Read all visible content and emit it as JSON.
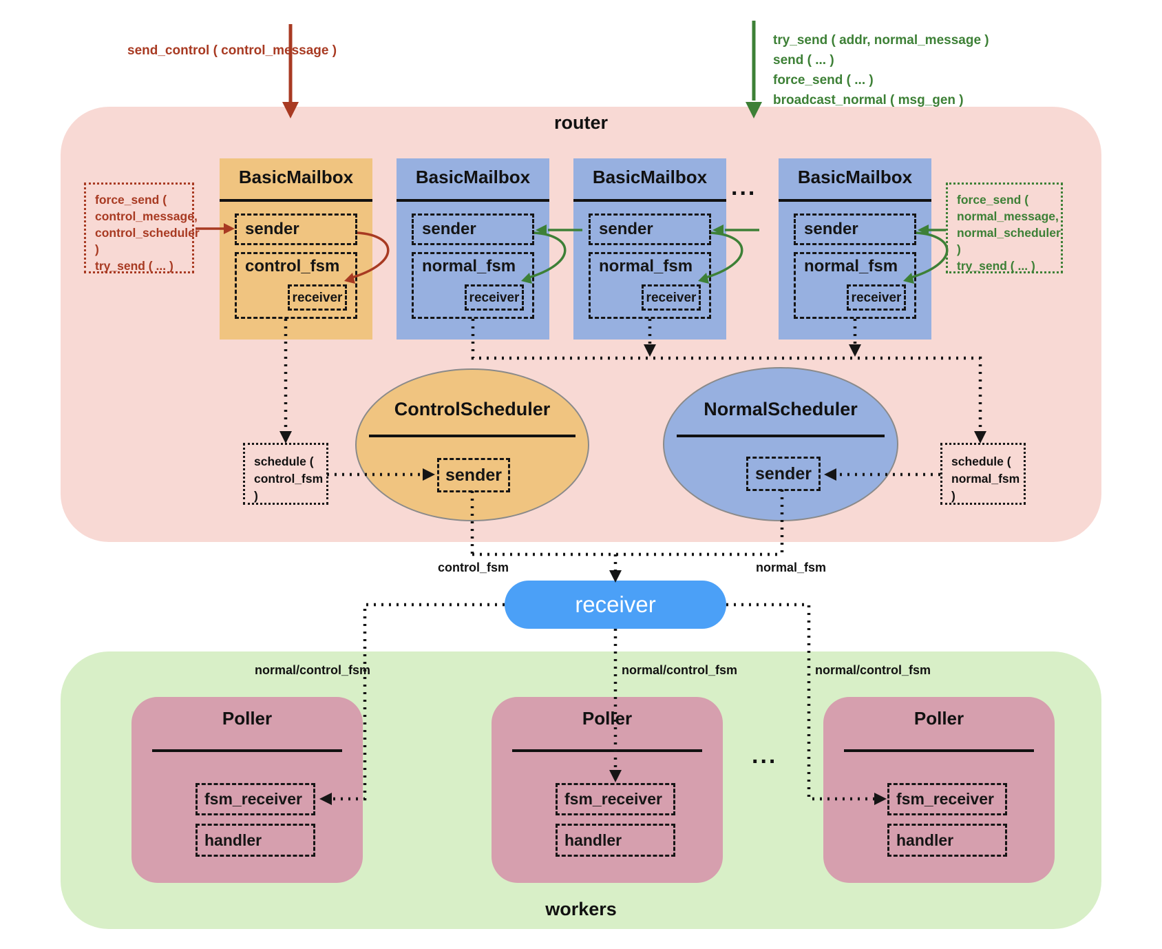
{
  "top": {
    "send_control_label": "send_control ( control_message )",
    "broadcast_lines": [
      "try_send ( addr, normal_message )",
      "send ( ... )",
      "force_send ( ... )",
      "broadcast_normal ( msg_gen )"
    ]
  },
  "router": {
    "title": "router",
    "ellipsis": "...",
    "mailboxes": [
      {
        "title": "BasicMailbox",
        "sender": "sender",
        "fsm": "control_fsm",
        "receiver": "receiver"
      },
      {
        "title": "BasicMailbox",
        "sender": "sender",
        "fsm": "normal_fsm",
        "receiver": "receiver"
      },
      {
        "title": "BasicMailbox",
        "sender": "sender",
        "fsm": "normal_fsm",
        "receiver": "receiver"
      },
      {
        "title": "BasicMailbox",
        "sender": "sender",
        "fsm": "normal_fsm",
        "receiver": "receiver"
      }
    ],
    "control_annotation": {
      "lines": [
        "force_send (",
        "control_message,",
        "control_scheduler",
        ")",
        "try_send ( ... )"
      ]
    },
    "normal_annotation": {
      "lines": [
        "force_send (",
        "normal_message,",
        "normal_scheduler",
        ")",
        "try_send ( ... )"
      ]
    },
    "control_scheduler": {
      "title": "ControlScheduler",
      "sender": "sender"
    },
    "normal_scheduler": {
      "title": "NormalScheduler",
      "sender": "sender"
    },
    "schedule_control": {
      "lines": [
        "schedule (",
        "control_fsm",
        ")"
      ]
    },
    "schedule_normal": {
      "lines": [
        "schedule (",
        "normal_fsm",
        ")"
      ]
    }
  },
  "middle": {
    "control_fsm_label": "control_fsm",
    "normal_fsm_label": "normal_fsm",
    "receiver_label": "receiver"
  },
  "workers": {
    "title": "workers",
    "ellipsis": "...",
    "edge_labels": [
      "normal/control_fsm",
      "normal/control_fsm",
      "normal/control_fsm"
    ],
    "pollers": [
      {
        "title": "Poller",
        "fsm_receiver": "fsm_receiver",
        "handler": "handler"
      },
      {
        "title": "Poller",
        "fsm_receiver": "fsm_receiver",
        "handler": "handler"
      },
      {
        "title": "Poller",
        "fsm_receiver": "fsm_receiver",
        "handler": "handler"
      }
    ]
  },
  "colors": {
    "router_bg": "#f8d9d4",
    "workers_bg": "#d8efc7",
    "mailbox_orange": "#f0c480",
    "mailbox_blue": "#97b0e0",
    "receiver_blue": "#4ba0f7",
    "poller_pink": "#d69fae",
    "control_red": "#a83a22",
    "normal_green": "#3d8036",
    "line_black": "#151515"
  }
}
